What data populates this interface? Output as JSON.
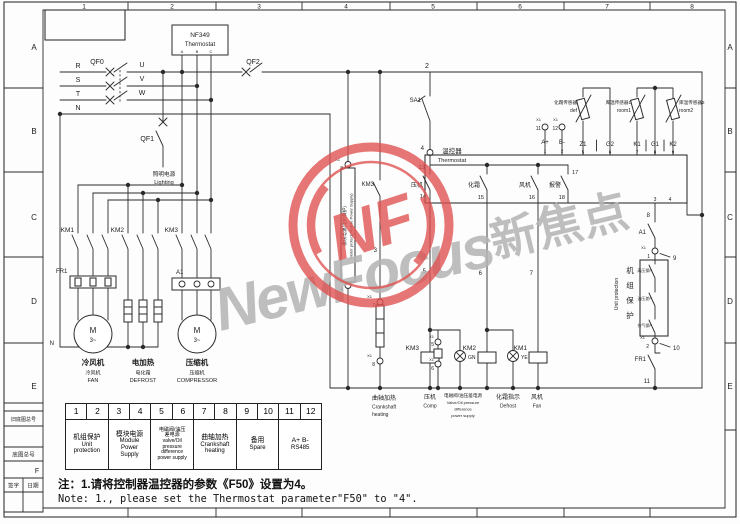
{
  "frame": {
    "top_columns": [
      "1",
      "2",
      "3",
      "4",
      "5",
      "6",
      "7",
      "8"
    ],
    "left_rows": [
      "A",
      "B",
      "C",
      "D",
      "E"
    ],
    "right_rows": [
      "A",
      "B",
      "C",
      "D",
      "E"
    ],
    "zone_f": "F",
    "title_block": {
      "old_base_no": "旧底图总号",
      "base_no": "底图总号",
      "sign": "签字",
      "date": "日期"
    }
  },
  "watermark": {
    "brand": "NewFocus",
    "brand_cn": "新焦点",
    "logo": "NF",
    "logo_color": "#e0514f",
    "text_color": "#b4b4b4"
  },
  "power": {
    "qf0": "QF0",
    "qf1": "QF1",
    "qf2": "QF2",
    "phase_r": "R",
    "phase_s": "S",
    "phase_t": "T",
    "phase_n": "N",
    "phase_u": "U",
    "phase_v": "V",
    "phase_w": "W",
    "nf349": "NF349",
    "nf349_sub": "Thermostat",
    "term_a": "A",
    "term_b": "B",
    "term_c": "C",
    "lighting_cn": "照明电源",
    "lighting_en": "Lighting",
    "km1": "KM1",
    "km2": "KM2",
    "km3": "KM3",
    "fr1": "FR1",
    "a1": "A1",
    "neutral": "N",
    "motor": "M",
    "motor_ph": "3~",
    "fan_cn": "冷风机",
    "fan_cn2": "冷风机",
    "fan_en": "FAN",
    "defrost_cn": "电加热",
    "defrost_cn2": "电化霜",
    "defrost_en": "DEFROST",
    "comp_cn": "压缩机",
    "comp_cn2": "压缩机",
    "comp_en": "COMPRESSOR"
  },
  "control": {
    "w2": "2",
    "w3": "3",
    "w4": "4",
    "w5": "5",
    "w6": "6",
    "w7": "7",
    "w8": "8",
    "w9": "9",
    "w10": "10",
    "w11": "11",
    "sa1": "SA1",
    "x1": "X1",
    "km3_aux": "KM3",
    "module_cn": "模块电源(电机保护)",
    "module_en": "Motor protect(Module Power Supply)",
    "x1_1": "1",
    "x1_2": "2",
    "x1_3": "3",
    "x1_4": "4",
    "x1_5": "5",
    "x1_6": "6",
    "x1_7": "7",
    "x1_8": "8",
    "x1_11": "11",
    "x1_12": "12",
    "a1": "A1",
    "fr1": "FR1",
    "lamp_gn": "GN",
    "lamp_ye": "YE",
    "km1": "KM1",
    "km2": "KM2",
    "km3": "KM3",
    "unit_cn": [
      "机",
      "组",
      "保",
      "护"
    ],
    "unit_en": "Unit protection",
    "prot": [
      "高压保P",
      "油压差P",
      "排气保P"
    ],
    "crank_cn": "曲轴加热",
    "crank_en1": "Crankshaft",
    "crank_en2": "heating",
    "comp_cn": "压机",
    "comp_en": "Comp",
    "valve_cn": "电磁阀/油压差电源",
    "valve_en1": "Valve/Oil pressure",
    "valve_en2": "difference",
    "valve_en3": "power supply",
    "defrost_cn": "化霜指示",
    "defrost_en": "Defrost",
    "fan_cn": "风机",
    "fan_en": "Fan"
  },
  "thermostat": {
    "name_cn": "温控器",
    "name_en": "Thermostat",
    "t13": "13",
    "t14": "14",
    "t15": "15",
    "t16": "16",
    "t17": "17",
    "t18": "18",
    "c_comp": "压机",
    "c_defrost": "化霜",
    "c_fan": "风机",
    "c_alarm": "报警",
    "aplus": "A+",
    "bminus": "B-",
    "t1": "1",
    "t2": "2",
    "t3": "3",
    "t4": "4",
    "t5": "5",
    "t6": "6",
    "t7": "7",
    "t8": "8",
    "t9": "9",
    "z1": "Z1",
    "g2": "G2",
    "k1": "K1",
    "g1": "G1",
    "k2": "K2"
  },
  "sensors": {
    "def_cn": "化霜传感器",
    "def_en": "def",
    "room1_cn": "库温传感器1",
    "room1_en": "room1",
    "room2_cn": "库温传感器2",
    "room2_en": "room2"
  },
  "strip": {
    "numbers": [
      "1",
      "2",
      "3",
      "4",
      "5",
      "6",
      "7",
      "8",
      "9",
      "10",
      "11",
      "12"
    ],
    "groups": [
      {
        "lines": [
          "机组保护",
          "Unit",
          "protection"
        ]
      },
      {
        "lines": [
          "模块电源",
          "Module",
          "Power",
          "Supply"
        ]
      },
      {
        "lines": [
          "电磁阀/油压",
          "差电源",
          "valve/Oil",
          "pressure",
          "difference",
          "power supply"
        ]
      },
      {
        "lines": [
          "曲轴加热",
          "Crankshaft",
          "heating"
        ]
      },
      {
        "lines": [
          "备用",
          "Spare"
        ]
      },
      {
        "lines": [
          "A+  B-",
          "RS485"
        ]
      }
    ]
  },
  "notes": {
    "cn": "注：1.请将控制器温控器的参数《F50》设置为4。",
    "en": "Note: 1., please set the Thermostat parameter\"F50\"  to \"4\"."
  }
}
